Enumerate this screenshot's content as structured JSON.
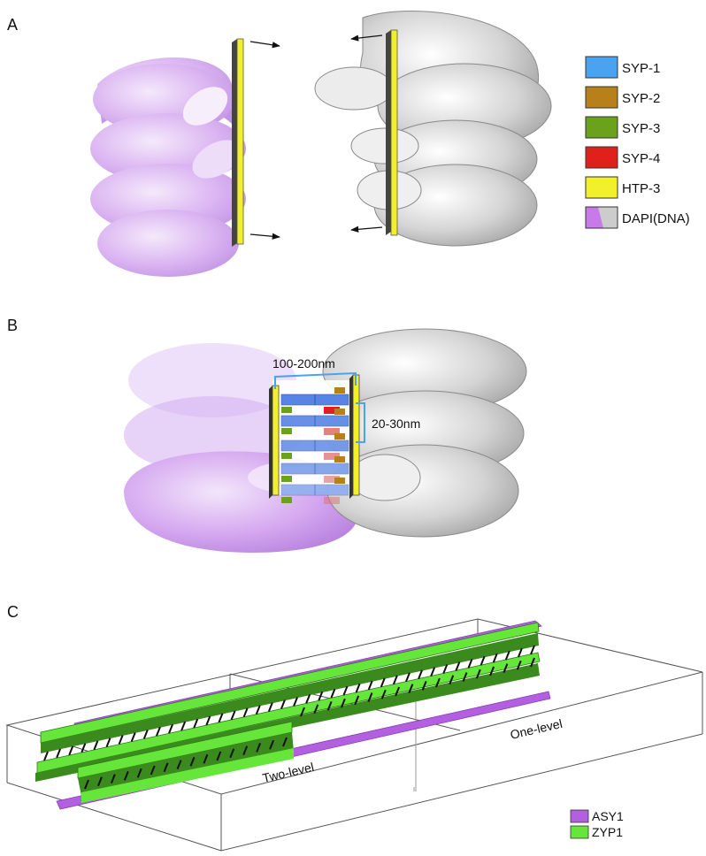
{
  "panels": {
    "a": {
      "label": "A"
    },
    "b": {
      "label": "B",
      "width_label": "100-200nm",
      "spacing_label": "20-30nm"
    },
    "c": {
      "label": "C",
      "two_level_label": "Two-level",
      "one_level_label": "One-level"
    }
  },
  "legend_top": [
    {
      "label": "SYP-1",
      "color": "#4aa3f0"
    },
    {
      "label": "SYP-2",
      "color": "#b8801a"
    },
    {
      "label": "SYP-3",
      "color": "#6aa21c"
    },
    {
      "label": "SYP-4",
      "color": "#e0201a"
    },
    {
      "label": "HTP-3",
      "color": "#f2f02a"
    },
    {
      "label": "DAPI(DNA)",
      "color": "#c77ae8",
      "color2": "#cccccc"
    }
  ],
  "legend_bottom": [
    {
      "label": "ASY1",
      "color": "#b25fe0"
    },
    {
      "label": "ZYP1",
      "color": "#66e63a"
    }
  ],
  "colors": {
    "dna_left": "#c99af0",
    "dna_right": "#a9a9a9",
    "axis_yellow": "#f2f02a",
    "axis_dark": "#555555",
    "zyp_dark": "#3a8a1e",
    "zyp_light": "#66e63a",
    "asy": "#b25fe0"
  }
}
